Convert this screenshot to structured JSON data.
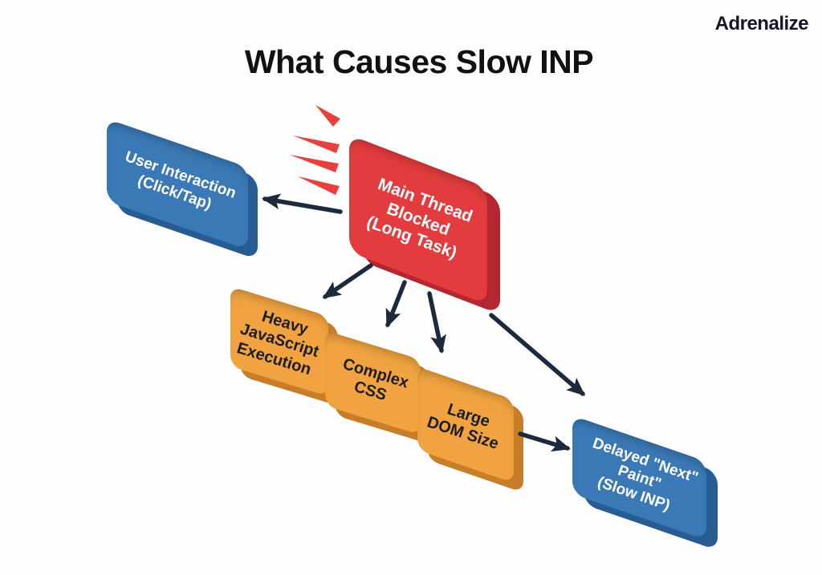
{
  "brand": "Adrenalize",
  "title": "What Causes Slow INP",
  "colors": {
    "blue_face": "#3b79b6",
    "blue_depth": "#265c91",
    "red_face": "#e23c3e",
    "red_depth": "#b52730",
    "orange_face": "#f0a340",
    "orange_depth": "#c87e28",
    "arrow": "#1c2b3c",
    "spike": "#e6413e",
    "title_color": "#111111",
    "brand_color": "#15152b"
  },
  "nodes": {
    "user_interaction": {
      "lines": [
        "User Interaction",
        "(Click/Tap)"
      ]
    },
    "main_thread": {
      "lines": [
        "Main Thread",
        "Blocked",
        "(Long Task)"
      ]
    },
    "heavy_js": {
      "lines": [
        "Heavy",
        "JavaScript",
        "Execution"
      ]
    },
    "complex_css": {
      "lines": [
        "Complex",
        "CSS"
      ]
    },
    "large_dom": {
      "lines": [
        "Large",
        "DOM Size"
      ]
    },
    "delayed_paint": {
      "lines": [
        "Delayed \"Next\"",
        "Paint\"",
        "(Slow INP)"
      ]
    }
  },
  "edges": [
    {
      "from": "main_thread",
      "to": "user_interaction"
    },
    {
      "from": "main_thread",
      "to": "heavy_js"
    },
    {
      "from": "main_thread",
      "to": "complex_css"
    },
    {
      "from": "main_thread",
      "to": "large_dom"
    },
    {
      "from": "main_thread",
      "to": "delayed_paint"
    },
    {
      "from": "large_dom",
      "to": "delayed_paint"
    }
  ]
}
